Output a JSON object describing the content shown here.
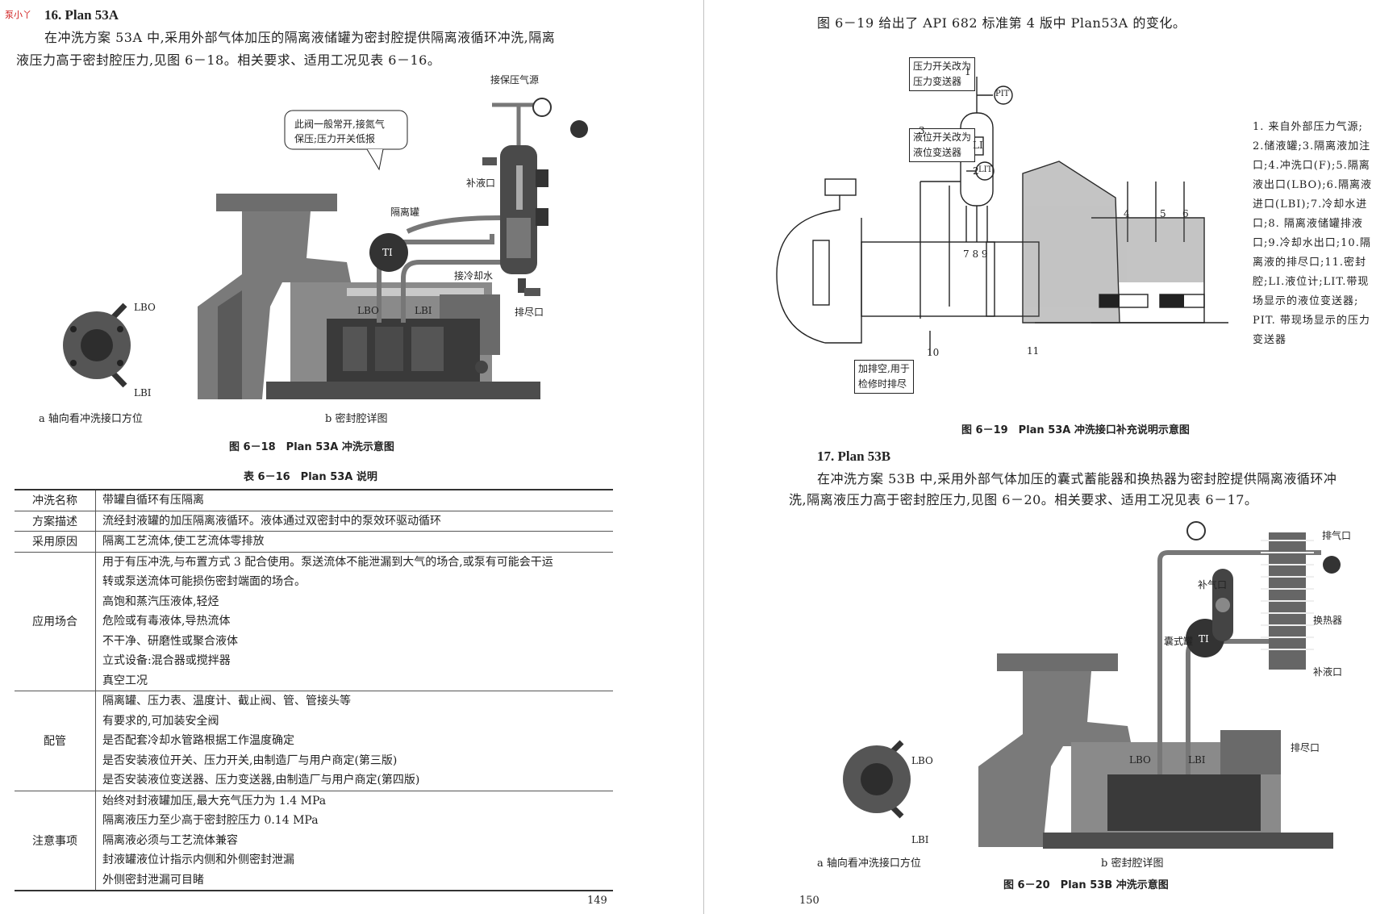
{
  "watermark": "泵小丫",
  "left": {
    "section_title": "16. Plan 53A",
    "intro": [
      "在冲洗方案 53A 中,采用外部气体加压的隔离液储罐为密封腔提供隔离液循环冲洗,隔离",
      "液压力高于密封腔压力,见图 6－18。相关要求、适用工况见表 6－16。"
    ],
    "fig": {
      "callout": [
        "此阀一般常开,接氮气",
        "保压;压力开关低报"
      ],
      "labels": {
        "gas": "接保压气源",
        "refill": "补液口",
        "tank": "隔离罐",
        "ti": "TI",
        "cool": "接冷却水",
        "drain": "排尽口",
        "lbo": "LBO",
        "lbi": "LBI",
        "lbo_a": "LBO",
        "lbi_a": "LBI"
      },
      "sub_a": "a 轴向看冲洗接口方位",
      "sub_b": "b 密封腔详图",
      "caption": "图 6－18　Plan 53A 冲洗示意图"
    },
    "table_caption": "表 6－16　Plan 53A 说明",
    "table": [
      {
        "key": "冲洗名称",
        "lines": [
          "带罐自循环有压隔离"
        ]
      },
      {
        "key": "方案描述",
        "lines": [
          "流经封液罐的加压隔离液循环。液体通过双密封中的泵效环驱动循环"
        ]
      },
      {
        "key": "采用原因",
        "lines": [
          "隔离工艺流体,使工艺流体零排放"
        ]
      },
      {
        "key": "应用场合",
        "lines": [
          "用于有压冲洗,与布置方式 3 配合使用。泵送流体不能泄漏到大气的场合,或泵有可能会干运",
          "转或泵送流体可能损伤密封端面的场合。",
          "高饱和蒸汽压液体,轻烃",
          "危险或有毒液体,导热流体",
          "不干净、研磨性或聚合液体",
          "立式设备:混合器或搅拌器",
          "真空工况"
        ]
      },
      {
        "key": "配管",
        "lines": [
          "隔离罐、压力表、温度计、截止阀、管、管接头等",
          "有要求的,可加装安全阀",
          "是否配套冷却水管路根据工作温度确定",
          "是否安装液位开关、压力开关,由制造厂与用户商定(第三版)",
          "是否安装液位变送器、压力变送器,由制造厂与用户商定(第四版)"
        ]
      },
      {
        "key": "注意事项",
        "lines": [
          "始终对封液罐加压,最大充气压力为 1.4 MPa",
          "隔离液压力至少高于密封腔压力 0.14 MPa",
          "隔离液必须与工艺流体兼容",
          "封液罐液位计指示内侧和外侧密封泄漏",
          "外侧密封泄漏可目睹"
        ]
      }
    ],
    "page_number": "149"
  },
  "right": {
    "intro": "图 6－19 给出了 API 682 标准第 4 版中 Plan53A 的变化。",
    "fig": {
      "box_pit": [
        "压力开关改为",
        "压力变送器"
      ],
      "box_lit": [
        "液位开关改为",
        "液位变送器"
      ],
      "box_drain": [
        "加排空,用于",
        "检修时排尽"
      ],
      "tags": {
        "pit": "PIT",
        "lit": "LIT",
        "li": "LI",
        "n1": "1",
        "n2": "2",
        "n3": "3",
        "n4": "4",
        "n5": "5",
        "n6": "6",
        "n789": "7 8 9",
        "n10": "10",
        "n11": "11"
      },
      "notes": [
        "1. 来自外部压力气源;",
        "2.储液罐;3.隔离液加注",
        "口;4.冲洗口(F);5.隔离",
        "液出口(LBO);6.隔离液",
        "进口(LBI);7.冷却水进",
        "口;8. 隔离液储罐排液",
        "口;9.冷却水出口;10.隔",
        "离液的排尽口;11.密封",
        "腔;LI.液位计;LIT.带现",
        "场显示的液位变送器;",
        "PIT. 带现场显示的压力",
        "变送器"
      ],
      "caption": "图 6－19　Plan 53A 冲洗接口补充说明示意图"
    },
    "section_title": "17. Plan 53B",
    "intro2": [
      "在冲洗方案 53B 中,采用外部气体加压的囊式蓄能器和换热器为密封腔提供隔离液循环冲",
      "洗,隔离液压力高于密封腔压力,见图 6－20。相关要求、适用工况见表 6－17。"
    ],
    "fig3": {
      "labels": {
        "vent": "排气口",
        "gas": "补气口",
        "bladder": "囊式罐",
        "hx": "换热器",
        "refill": "补液口",
        "drain": "排尽口",
        "ti": "TI",
        "lbo": "LBO",
        "lbi": "LBI",
        "lbo_a": "LBO",
        "lbi_a": "LBI"
      },
      "sub_a": "a 轴向看冲洗接口方位",
      "sub_b": "b 密封腔详图",
      "caption": "图 6－20　Plan 53B 冲洗示意图"
    },
    "page_number": "150"
  }
}
